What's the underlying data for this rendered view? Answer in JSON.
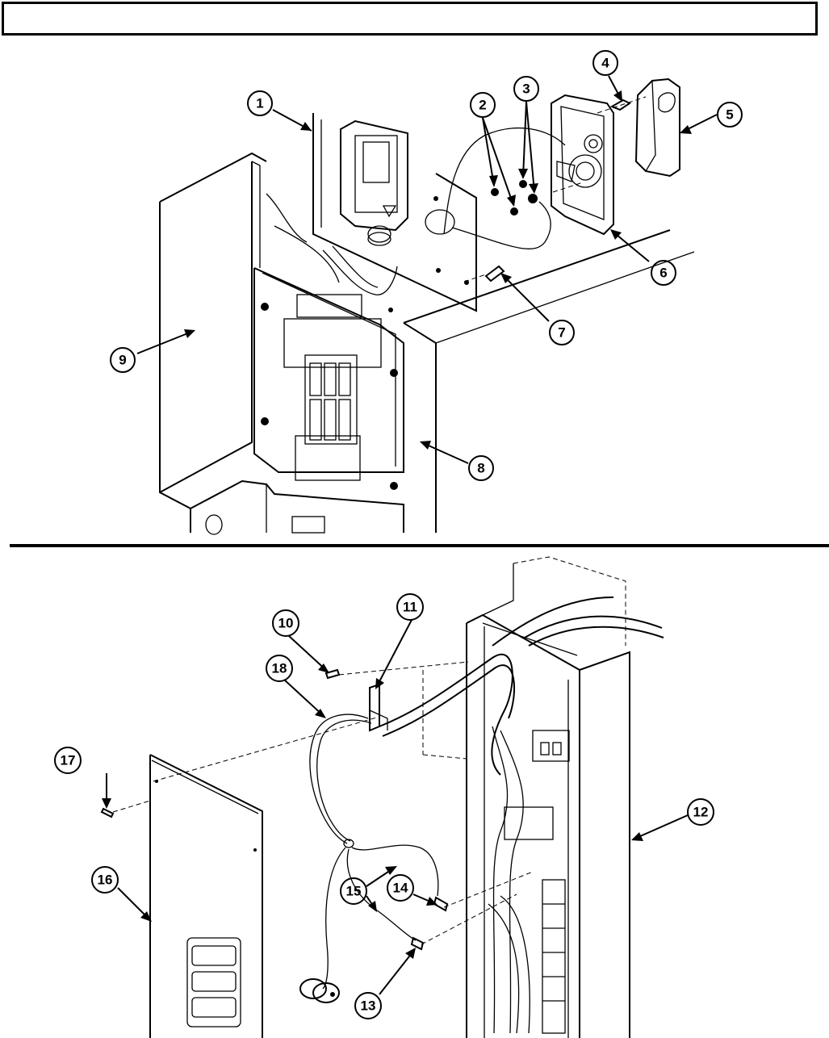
{
  "header": {
    "text": ""
  },
  "callouts": [
    {
      "id": "1",
      "label": "1"
    },
    {
      "id": "2",
      "label": "2"
    },
    {
      "id": "3",
      "label": "3"
    },
    {
      "id": "4",
      "label": "4"
    },
    {
      "id": "5",
      "label": "5"
    },
    {
      "id": "6",
      "label": "6"
    },
    {
      "id": "7",
      "label": "7"
    },
    {
      "id": "8",
      "label": "8"
    },
    {
      "id": "9",
      "label": "9"
    },
    {
      "id": "10",
      "label": "10"
    },
    {
      "id": "11",
      "label": "11"
    },
    {
      "id": "12",
      "label": "12"
    },
    {
      "id": "13",
      "label": "13"
    },
    {
      "id": "14",
      "label": "14"
    },
    {
      "id": "15",
      "label": "15"
    },
    {
      "id": "16",
      "label": "16"
    },
    {
      "id": "17",
      "label": "17"
    },
    {
      "id": "18",
      "label": "18"
    }
  ]
}
